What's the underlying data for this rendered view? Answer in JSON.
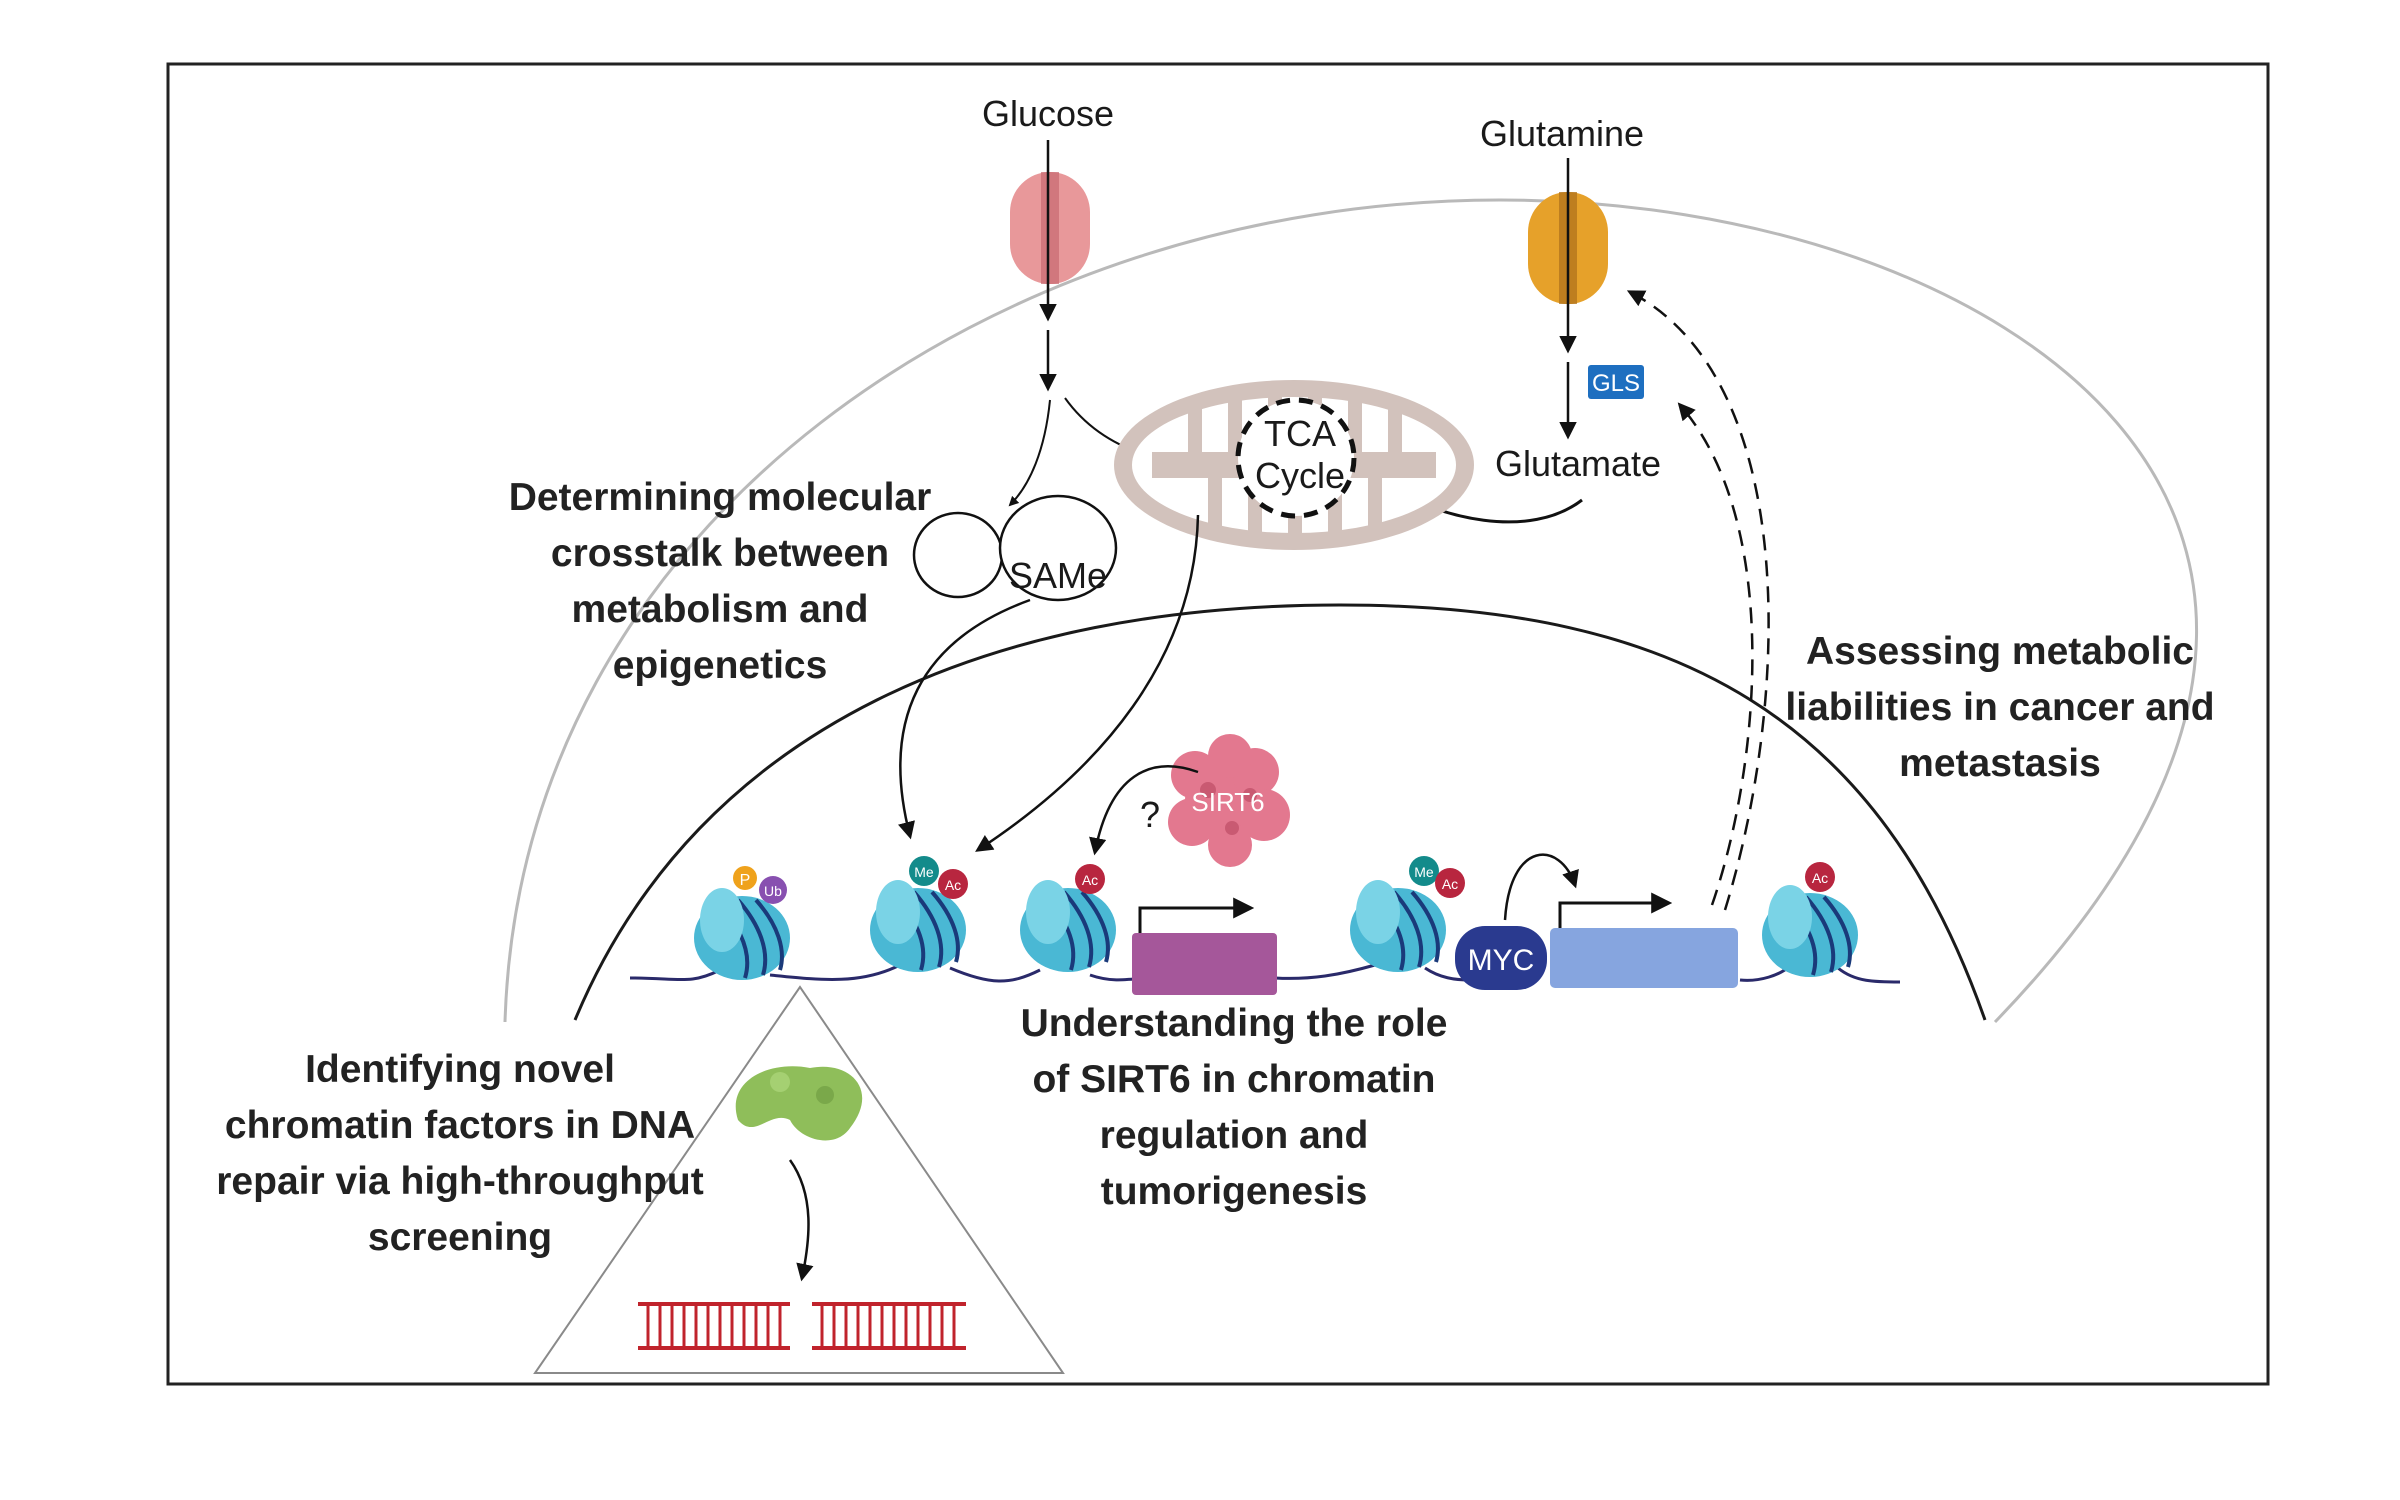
{
  "molecules": {
    "glucose": "Glucose",
    "glutamine": "Glutamine",
    "glutamate": "Glutamate",
    "gls": "GLS",
    "tca_line1": "TCA",
    "tca_line2": "Cycle",
    "same": "SAMe",
    "sirt6": "SIRT6",
    "myc": "MYC",
    "question": "?"
  },
  "marks": {
    "phospho": "P",
    "ubiquitin": "Ub",
    "methyl": "Me",
    "acetyl": "Ac"
  },
  "research_areas": {
    "crosstalk": [
      "Determining molecular",
      "crosstalk between",
      "metabolism and",
      "epigenetics"
    ],
    "metabolic": [
      "Assessing metabolic",
      "liabilities in cancer and",
      "metastasis"
    ],
    "sirt6": [
      "Understanding the role",
      "of SIRT6 in chromatin",
      "regulation and",
      "tumorigenesis"
    ],
    "dna_repair": [
      "Identifying novel",
      "chromatin factors in DNA",
      "repair via high-throughput",
      "screening"
    ]
  },
  "colors": {
    "glucose_transporter": "#e8989a",
    "glutamine_transporter": "#e6a12a",
    "mitochondria": "#d2c2bc",
    "nucleosome": "#4ab8d4",
    "gene_purple": "#a5579a",
    "gene_blue": "#86a5df",
    "myc": "#2a3a8f",
    "gls": "#1e6fc0",
    "sirt6": "#e3788f",
    "repair_factor": "#8fbe5a",
    "dna": "#c0232c",
    "acetyl_mark": "#b8263f",
    "methyl_mark": "#138b8b",
    "phospho_mark": "#efa21c",
    "ubiquitin_mark": "#8850b0"
  }
}
